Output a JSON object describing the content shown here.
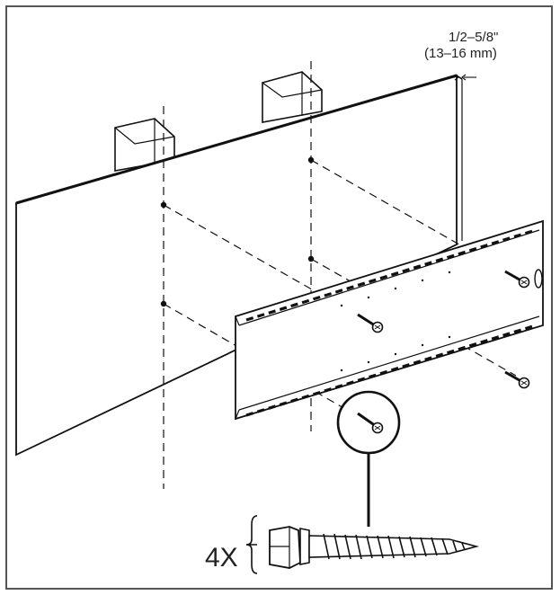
{
  "annotation": {
    "gap_in": "1/2–5/8\"",
    "gap_mm": "(13–16 mm)"
  },
  "callout": {
    "quantity": "4X"
  },
  "colors": {
    "line": "#111111",
    "frame": "#555555",
    "shade": "#f2f2f2"
  },
  "icons": [
    "lag-bolt-icon",
    "wall-stud-icon",
    "wall-plate-icon",
    "drywall-panel-icon"
  ]
}
